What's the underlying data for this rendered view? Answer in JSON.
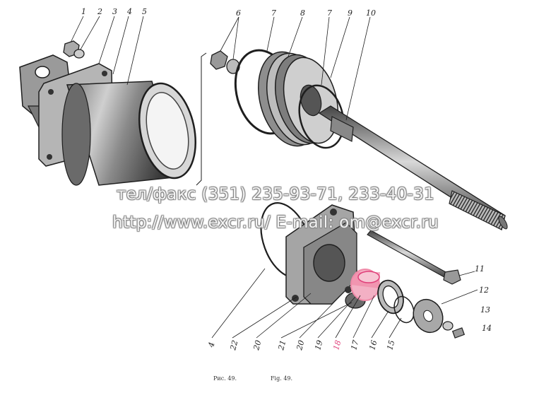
{
  "callouts": {
    "c1": "1",
    "c2": "2",
    "c3": "3",
    "c4": "4",
    "c5": "5",
    "c6": "6",
    "c7a": "7",
    "c8": "8",
    "c7b": "7",
    "c9": "9",
    "c10": "10",
    "c11": "11",
    "c12": "12",
    "c13": "13",
    "c14": "14",
    "b4": "4",
    "b22": "22",
    "b20a": "20",
    "b21": "21",
    "b20b": "20",
    "b19": "19",
    "b18": "18",
    "b17": "17",
    "b16": "16",
    "b15": "15"
  },
  "watermark": {
    "line1": "тел/факс (351) 235-93-71, 233-40-31",
    "line2": "http://www.excr.ru/ E-mail: om@excr.ru"
  },
  "caption": {
    "ru": "Рис. 49.",
    "en": "Fig. 49."
  },
  "colors": {
    "ink": "#1e1e1e",
    "shade": "#5a5a5a",
    "highlight": "#f08aa8",
    "highlight_text": "#e0407a"
  }
}
